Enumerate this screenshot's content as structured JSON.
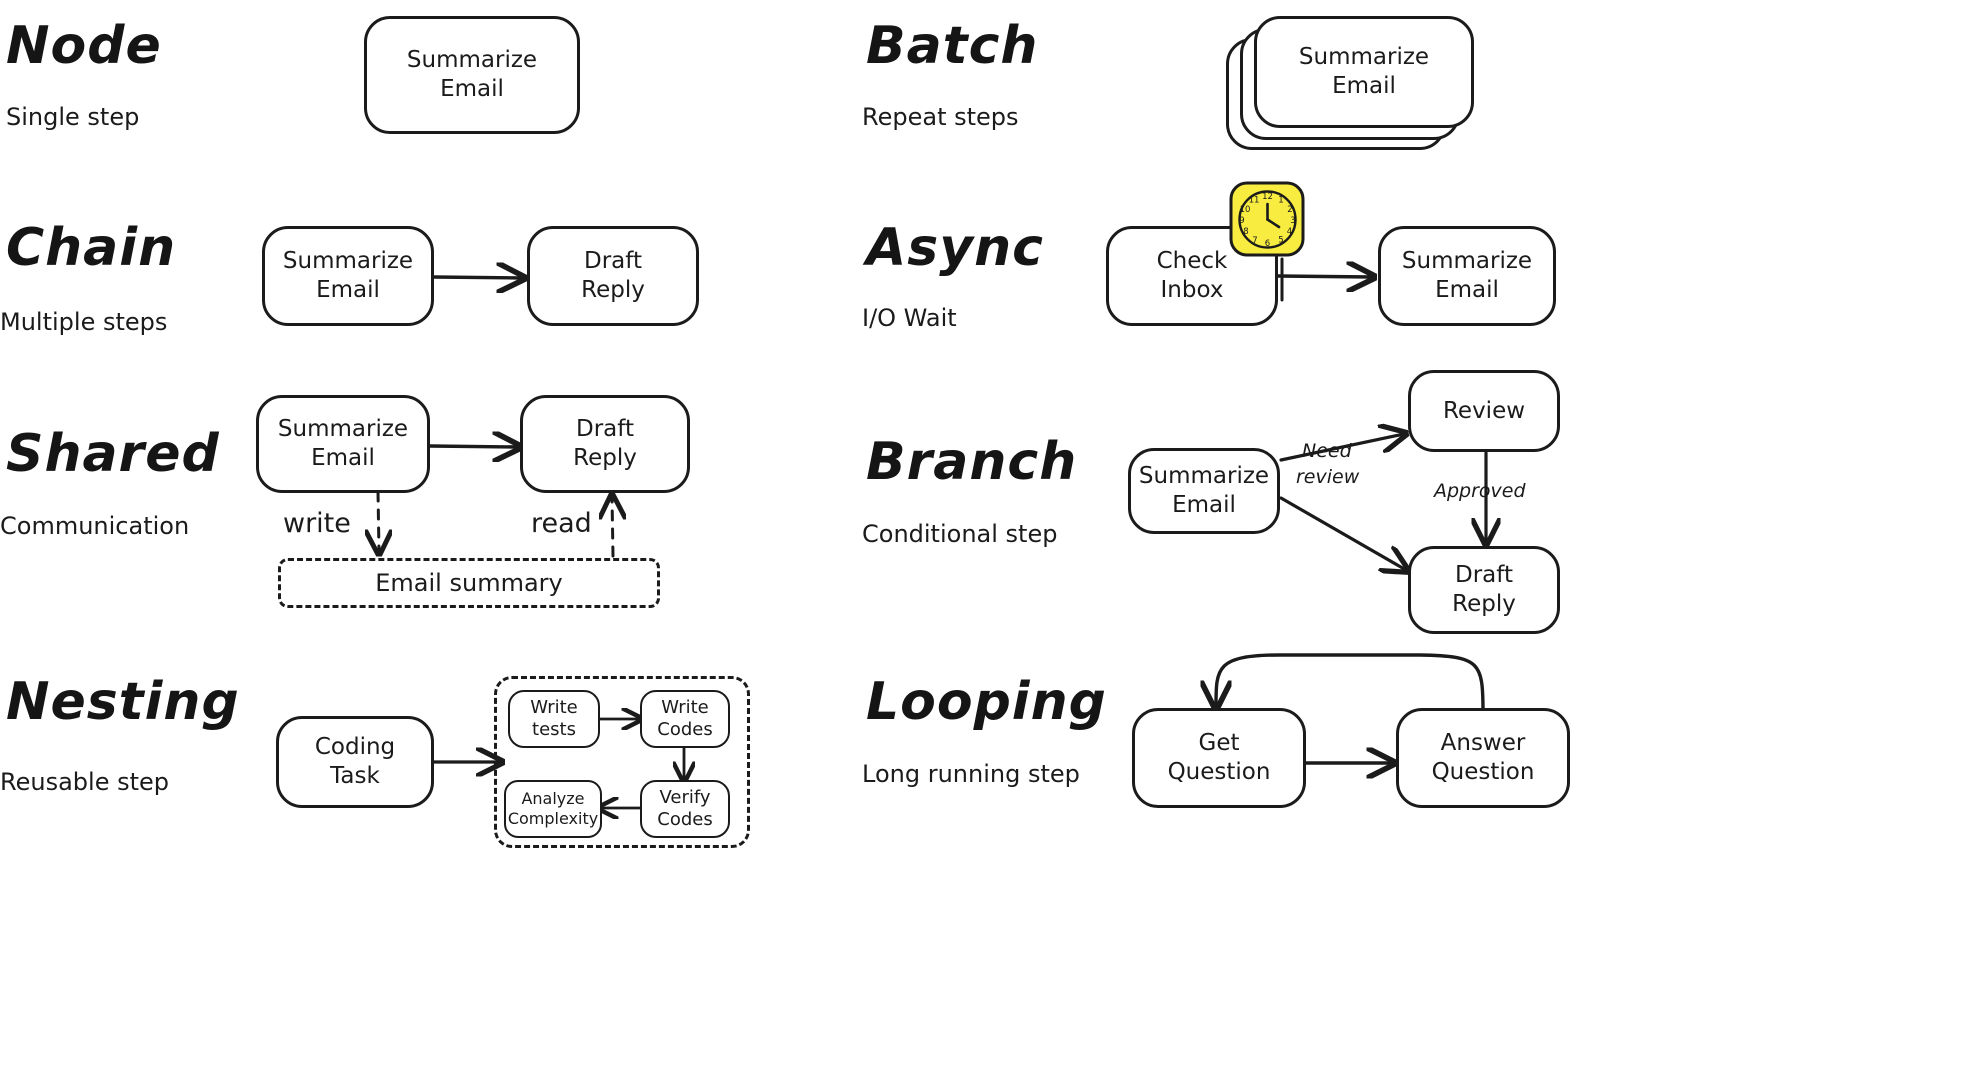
{
  "page": {
    "background": "#ffffff",
    "ink": "#1b1b1b",
    "accent_yellow": "#F7EC3F"
  },
  "sections": [
    {
      "id": "node",
      "title": "Node",
      "subtitle": "Single step",
      "nodes": [
        {
          "id": "n1",
          "label": "Summarize\nEmail",
          "line1": "Summarize",
          "line2": "Email"
        }
      ]
    },
    {
      "id": "batch",
      "title": "Batch",
      "subtitle": "Repeat steps",
      "stack_count": 3,
      "nodes": [
        {
          "id": "b1",
          "line1": "Summarize",
          "line2": "Email"
        }
      ]
    },
    {
      "id": "chain",
      "title": "Chain",
      "subtitle": "Multiple steps",
      "nodes": [
        {
          "id": "c1",
          "line1": "Summarize",
          "line2": "Email"
        },
        {
          "id": "c2",
          "line1": "Draft",
          "line2": "Reply"
        }
      ],
      "edges": [
        {
          "from": "c1",
          "to": "c2",
          "label": ""
        }
      ]
    },
    {
      "id": "async",
      "title": "Async",
      "subtitle": "I/O Wait",
      "icon": "clock-icon",
      "clock_numbers": [
        "12",
        "1",
        "2",
        "3",
        "4",
        "5",
        "6",
        "7",
        "8",
        "9",
        "10",
        "11"
      ],
      "nodes": [
        {
          "id": "a1",
          "line1": "Check",
          "line2": "Inbox"
        },
        {
          "id": "a2",
          "line1": "Summarize",
          "line2": "Email"
        }
      ],
      "edges": [
        {
          "from": "a1",
          "to": "a2",
          "label": ""
        }
      ]
    },
    {
      "id": "shared",
      "title": "Shared",
      "subtitle": "Communication",
      "nodes": [
        {
          "id": "s1",
          "line1": "Summarize",
          "line2": "Email"
        },
        {
          "id": "s2",
          "line1": "Draft",
          "line2": "Reply"
        }
      ],
      "store": {
        "id": "store1",
        "label": "Email summary",
        "style": "dashed"
      },
      "edges": [
        {
          "from": "s1",
          "to": "s2",
          "label": ""
        },
        {
          "from": "s1",
          "to": "store1",
          "label": "write",
          "style": "dashed"
        },
        {
          "from": "store1",
          "to": "s2",
          "label": "read",
          "style": "dashed"
        }
      ]
    },
    {
      "id": "branch",
      "title": "Branch",
      "subtitle": "Conditional step",
      "nodes": [
        {
          "id": "br1",
          "line1": "Summarize",
          "line2": "Email"
        },
        {
          "id": "br2",
          "line1": "Review",
          "line2": ""
        },
        {
          "id": "br3",
          "line1": "Draft",
          "line2": "Reply"
        }
      ],
      "edges": [
        {
          "from": "br1",
          "to": "br2",
          "label_line1": "Need",
          "label_line2": "review"
        },
        {
          "from": "br2",
          "to": "br3",
          "label_line1": "Approved",
          "label_line2": ""
        },
        {
          "from": "br1",
          "to": "br3",
          "label_line1": "",
          "label_line2": ""
        }
      ]
    },
    {
      "id": "nesting",
      "title": "Nesting",
      "subtitle": "Reusable step",
      "nodes": [
        {
          "id": "ne1",
          "line1": "Coding",
          "line2": "Task"
        }
      ],
      "inner_group": {
        "style": "dashed",
        "nodes": [
          {
            "id": "in1",
            "line1": "Write",
            "line2": "tests"
          },
          {
            "id": "in2",
            "line1": "Write",
            "line2": "Codes"
          },
          {
            "id": "in3",
            "line1": "Verify",
            "line2": "Codes"
          },
          {
            "id": "in4",
            "line1": "Analyze",
            "line2": "Complexity"
          }
        ],
        "edges": [
          {
            "from": "in1",
            "to": "in2"
          },
          {
            "from": "in2",
            "to": "in3"
          },
          {
            "from": "in3",
            "to": "in4"
          }
        ]
      }
    },
    {
      "id": "looping",
      "title": "Looping",
      "subtitle": "Long running step",
      "nodes": [
        {
          "id": "lo1",
          "line1": "Get",
          "line2": "Question"
        },
        {
          "id": "lo2",
          "line1": "Answer",
          "line2": "Question"
        }
      ],
      "edges": [
        {
          "from": "lo1",
          "to": "lo2",
          "label": ""
        },
        {
          "from": "lo2",
          "to": "lo1",
          "label": "",
          "style": "loop-back"
        }
      ]
    }
  ]
}
